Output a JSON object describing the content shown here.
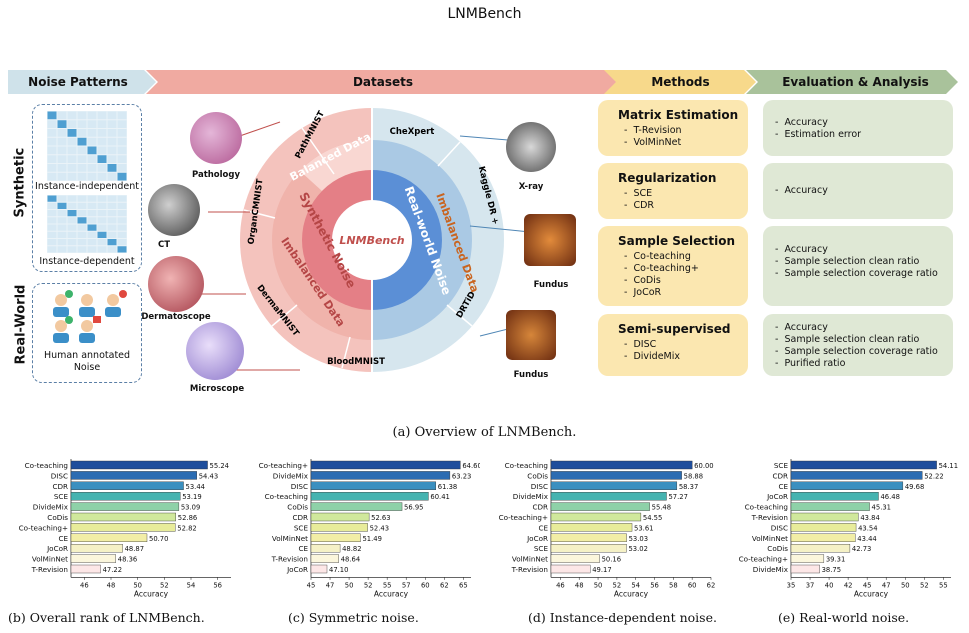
{
  "page_title": "LNMBench",
  "header": {
    "noise_patterns": "Noise Patterns",
    "datasets": "Datasets",
    "methods": "Methods",
    "evaluation": "Evaluation & Analysis"
  },
  "noise": {
    "synthetic_label": "Synthetic",
    "realworld_label": "Real-World",
    "instance_independent": "Instance-independent",
    "instance_dependent": "Instance-dependent",
    "human_annotated": "Human annotated\nNoise"
  },
  "wheel": {
    "center_logo": "LNMBench",
    "synthetic_noise": "Synthetic Noise",
    "realworld_noise": "Real-world Noise",
    "balanced_data": "Balanced Data",
    "imbalanced_data_left": "Imbalanced Data",
    "imbalanced_data_right": "Imbalanced Data",
    "datasets": [
      "PathMNIST",
      "OrganCMNIST",
      "DermaMNIST",
      "BloodMNIST",
      "CheXpert",
      "Kaggle DR +",
      "DRTiD"
    ]
  },
  "images": {
    "pathology": "Pathology",
    "ct": "CT",
    "dermatoscope": "Dermatoscope",
    "microscope": "Microscope",
    "xray": "X-ray",
    "fundus1": "Fundus",
    "fundus2": "Fundus"
  },
  "methods": [
    {
      "title": "Matrix Estimation",
      "items": [
        "T-Revision",
        "VolMinNet"
      ]
    },
    {
      "title": "Regularization",
      "items": [
        "SCE",
        "CDR"
      ]
    },
    {
      "title": "Sample Selection",
      "items": [
        "Co-teaching",
        "Co-teaching+",
        "CoDis",
        "JoCoR"
      ]
    },
    {
      "title": "Semi-supervised",
      "items": [
        "DISC",
        "DivideMix"
      ]
    }
  ],
  "evaluation": [
    [
      "Accuracy",
      "Estimation error"
    ],
    [
      "Accuracy"
    ],
    [
      "Accuracy",
      "Sample selection clean ratio",
      "Sample selection coverage ratio"
    ],
    [
      "Accuracy",
      "Sample selection clean ratio",
      "Sample selection coverage ratio",
      "Purified ratio"
    ]
  ],
  "caption_a": "(a) Overview of LNMBench.",
  "captions": [
    "(b) Overall rank of LNMBench.",
    "(c) Symmetric noise.",
    "(d) Instance-dependent noise.",
    "(e) Real-world noise."
  ],
  "colors": {
    "arrow_noise": "#cfe2ea",
    "arrow_datasets": "#f0aaa1",
    "arrow_methods": "#f7d98b",
    "arrow_eval": "#a9c29b",
    "bar_top": "#1f4e9c",
    "bar_mid": "#45b3b0",
    "bar_yellow": "#e8ec9a",
    "bar_low": "#fde7e7"
  },
  "chart_data": [
    {
      "type": "bar",
      "orientation": "horizontal",
      "xlabel": "Accuracy",
      "xlim": [
        45,
        57
      ],
      "xticks": [
        46,
        48,
        50,
        52,
        54,
        56
      ],
      "categories": [
        "Co-teaching",
        "DISC",
        "CDR",
        "SCE",
        "DivideMix",
        "CoDis",
        "Co-teaching+",
        "CE",
        "JoCoR",
        "VolMinNet",
        "T-Revision"
      ],
      "values": [
        55.24,
        54.43,
        53.44,
        53.19,
        53.09,
        52.86,
        52.82,
        50.7,
        48.87,
        48.36,
        47.22
      ],
      "value_labels": [
        "55.24",
        "54.43",
        "53.44",
        "53.19",
        "53.09",
        "52.86",
        "52.82",
        "50.70",
        "48.87",
        "48.36",
        "47.22"
      ]
    },
    {
      "type": "bar",
      "orientation": "horizontal",
      "xlabel": "Accuracy",
      "xlim": [
        45,
        66
      ],
      "xticks": [
        45,
        47.5,
        50,
        52.5,
        55,
        57.5,
        60,
        62.5,
        65
      ],
      "xtick_labels": [
        "45",
        "47",
        "50",
        "52",
        "55",
        "57",
        "60",
        "62",
        "65"
      ],
      "categories": [
        "Co-teaching+",
        "DivideMix",
        "DISC",
        "Co-teaching",
        "CoDis",
        "CDR",
        "SCE",
        "VolMinNet",
        "CE",
        "T-Revision",
        "JoCoR"
      ],
      "values": [
        64.6,
        63.23,
        61.38,
        60.41,
        56.95,
        52.63,
        52.43,
        51.49,
        48.82,
        48.64,
        47.1
      ],
      "value_labels": [
        "64.60",
        "63.23",
        "61.38",
        "60.41",
        "56.95",
        "52.63",
        "52.43",
        "51.49",
        "48.82",
        "48.64",
        "47.10"
      ]
    },
    {
      "type": "bar",
      "orientation": "horizontal",
      "xlabel": "Accuracy",
      "xlim": [
        45,
        62
      ],
      "xticks": [
        46,
        48,
        50,
        52,
        54,
        56,
        58,
        60,
        62
      ],
      "categories": [
        "Co-teaching",
        "CoDis",
        "DISC",
        "DivideMix",
        "CDR",
        "Co-teaching+",
        "CE",
        "JoCoR",
        "SCE",
        "VolMinNet",
        "T-Revision"
      ],
      "values": [
        60.0,
        58.88,
        58.37,
        57.27,
        55.48,
        54.55,
        53.61,
        53.03,
        53.02,
        50.16,
        49.17
      ],
      "value_labels": [
        "60.00",
        "58.88",
        "58.37",
        "57.27",
        "55.48",
        "54.55",
        "53.61",
        "53.03",
        "53.02",
        "50.16",
        "49.17"
      ]
    },
    {
      "type": "bar",
      "orientation": "horizontal",
      "xlabel": "Accuracy",
      "xlim": [
        35,
        56
      ],
      "xticks": [
        35,
        37.5,
        40,
        42.5,
        45,
        47.5,
        50,
        52.5,
        55
      ],
      "xtick_labels": [
        "35",
        "37",
        "40",
        "42",
        "45",
        "47",
        "50",
        "52",
        "55"
      ],
      "categories": [
        "SCE",
        "CDR",
        "CE",
        "JoCoR",
        "Co-teaching",
        "T-Revision",
        "DISC",
        "VolMinNet",
        "CoDis",
        "Co-teaching+",
        "DivideMix"
      ],
      "values": [
        54.11,
        52.22,
        49.68,
        46.48,
        45.31,
        43.84,
        43.54,
        43.44,
        42.73,
        39.31,
        38.75
      ],
      "value_labels": [
        "54.11",
        "52.22",
        "49.68",
        "46.48",
        "45.31",
        "43.84",
        "43.54",
        "43.44",
        "42.73",
        "39.31",
        "38.75"
      ]
    }
  ]
}
